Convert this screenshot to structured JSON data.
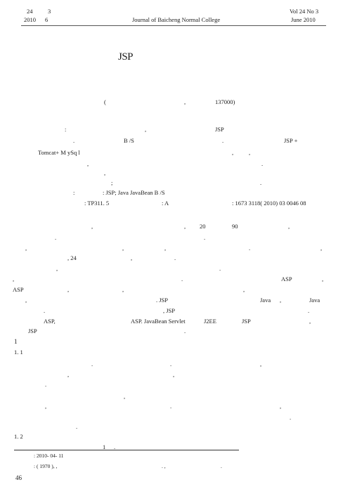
{
  "header": {
    "left_volume": "24",
    "left_issue": "3",
    "left_year": "2010",
    "left_month": "6",
    "journal": "Journal of Baicheng Normal College",
    "right_volume": "Vol 24 No 3",
    "right_date": "June 2010"
  },
  "title": "JSP",
  "affiliation": {
    "open_paren": "(",
    "comma": ",",
    "postcode": "137000)"
  },
  "abstract": {
    "label_colon": ":",
    "comma": ",",
    "jsp": "JSP",
    "period": ".",
    "bs": "B /S",
    "period2": ".",
    "jsp_plus": "JSP +",
    "stack": "Tomcat+ M ySq l",
    "punct_a": ",",
    "punct_b": ",",
    "comma_l3": ",",
    "period_l3": ".",
    "period_l4": ",",
    "semicolon": ";",
    "period_l5": "."
  },
  "keywords": {
    "colon": ":",
    "text": ": JSP;  Java  JavaBean  B /S"
  },
  "classification": {
    "clc": ": TP311. 5",
    "doc_code": ": A",
    "article_id": ": 1673 3118( 2010) 03 0046 08"
  },
  "body": {
    "p1_comma": ",",
    "p1_comma2": ",",
    "p1_20": "20",
    "p1_90": "90",
    "p1_comma3": ",",
    "p1_dot": ".",
    "p1_dot2": ".",
    "p2_comma": ",",
    "p2_comma2": ",",
    "p2_comma3": ",",
    "p2_dot": ".",
    "p2_comma4": ",",
    "p3_24": ", 24",
    "p3_comma": ",",
    "p3_dot": ".",
    "p4_comma": ",",
    "p4_dot": ".",
    "p5_comma": ",",
    "p5_dot": ".",
    "p5_asp": "ASP",
    "p5_comma2": ",",
    "p6_asp": "ASP",
    "p6_comma": ",",
    "p6_comma2": ",",
    "p6_comma3": ",",
    "p7_comma": ",",
    "p7_jsp": ". JSP",
    "p7_java": "Java",
    "p7_comma2": ",",
    "p7_java2": "Java",
    "p8_dot": ".",
    "p8_jsp": ", JSP",
    "p8_dot2": ".",
    "p9_asp": "ASP,",
    "p9_techs": "ASP.  JavaBean  Servlet",
    "p9_j2ee": "J2EE",
    "p9_jsp": "JSP",
    "p9_comma": ",",
    "p10_jsp": "JSP",
    "p10_dot": "."
  },
  "section1": {
    "number": "1",
    "sub1": "1. 1",
    "s1_dot": ".",
    "s1_dot2": ".",
    "s1_comma": ",",
    "s1_comma2": ",",
    "s1_comma3": ",",
    "s1_dot3": ".",
    "s1_comma4": ",",
    "s1_comma5": ",",
    "s1_dot4": ".",
    "s1_comma6": ",",
    "s1_dot5": ".",
    "s1_dot6": ".",
    "sub2": "1. 2",
    "s2_text": "1",
    "s2_dot": "."
  },
  "footnote": {
    "received": ": 2010-  04-  11",
    "author": ":  ( 1970  ),  ,",
    "author_tail": ".  ,",
    "author_end": "."
  },
  "page_number": "46"
}
